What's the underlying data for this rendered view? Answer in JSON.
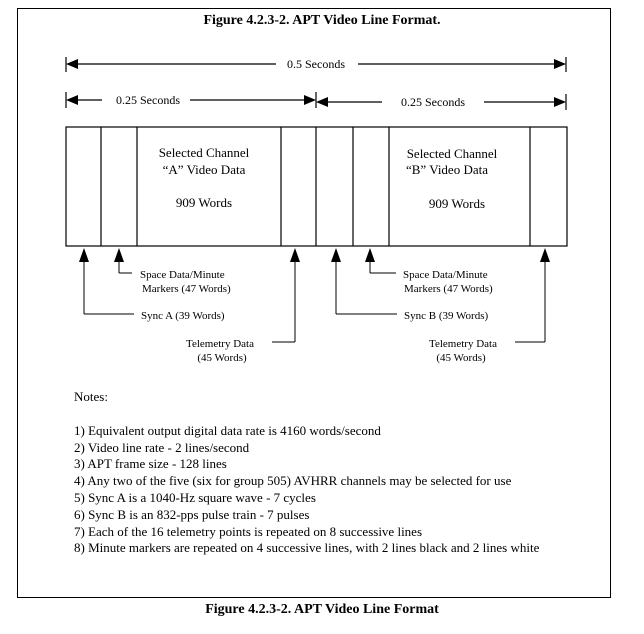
{
  "title": "Figure 4.2.3-2.  APT Video Line Format.",
  "caption": "Figure 4.2.3-2.  APT Video Line Format",
  "dimensions": {
    "total": "0.5 Seconds",
    "half_left": "0.25 Seconds",
    "half_right": "0.25 Seconds"
  },
  "channel_a": {
    "line1": "Selected Channel",
    "line2": "“A” Video Data",
    "line3": "909 Words"
  },
  "channel_b": {
    "line1": "Selected Channel",
    "line2": "“B” Video Data",
    "line3": "909 Words"
  },
  "labels": {
    "space_a_1": "Space Data/Minute",
    "space_a_2": "Markers (47 Words)",
    "sync_a": "Sync A (39 Words)",
    "telemetry_a_1": "Telemetry Data",
    "telemetry_a_2": "(45 Words)",
    "space_b_1": "Space Data/Minute",
    "space_b_2": "Markers (47 Words)",
    "sync_b": "Sync B (39 Words)",
    "telemetry_b_1": "Telemetry Data",
    "telemetry_b_2": "(45 Words)"
  },
  "notes": {
    "heading": "Notes:",
    "items": [
      "1) Equivalent output digital data rate is 4160 words/second",
      "2) Video line rate - 2 lines/second",
      "3) APT frame size - 128 lines",
      "4) Any two of the five (six for group 505) AVHRR channels may be selected for use",
      "5) Sync A is a 1040-Hz square wave - 7 cycles",
      "6) Sync B is an 832-pps pulse train - 7 pulses",
      "7) Each of the 16 telemetry points is repeated on 8 successive lines",
      "8) Minute markers are repeated on 4 successive lines, with 2 lines black and 2 lines white"
    ]
  }
}
